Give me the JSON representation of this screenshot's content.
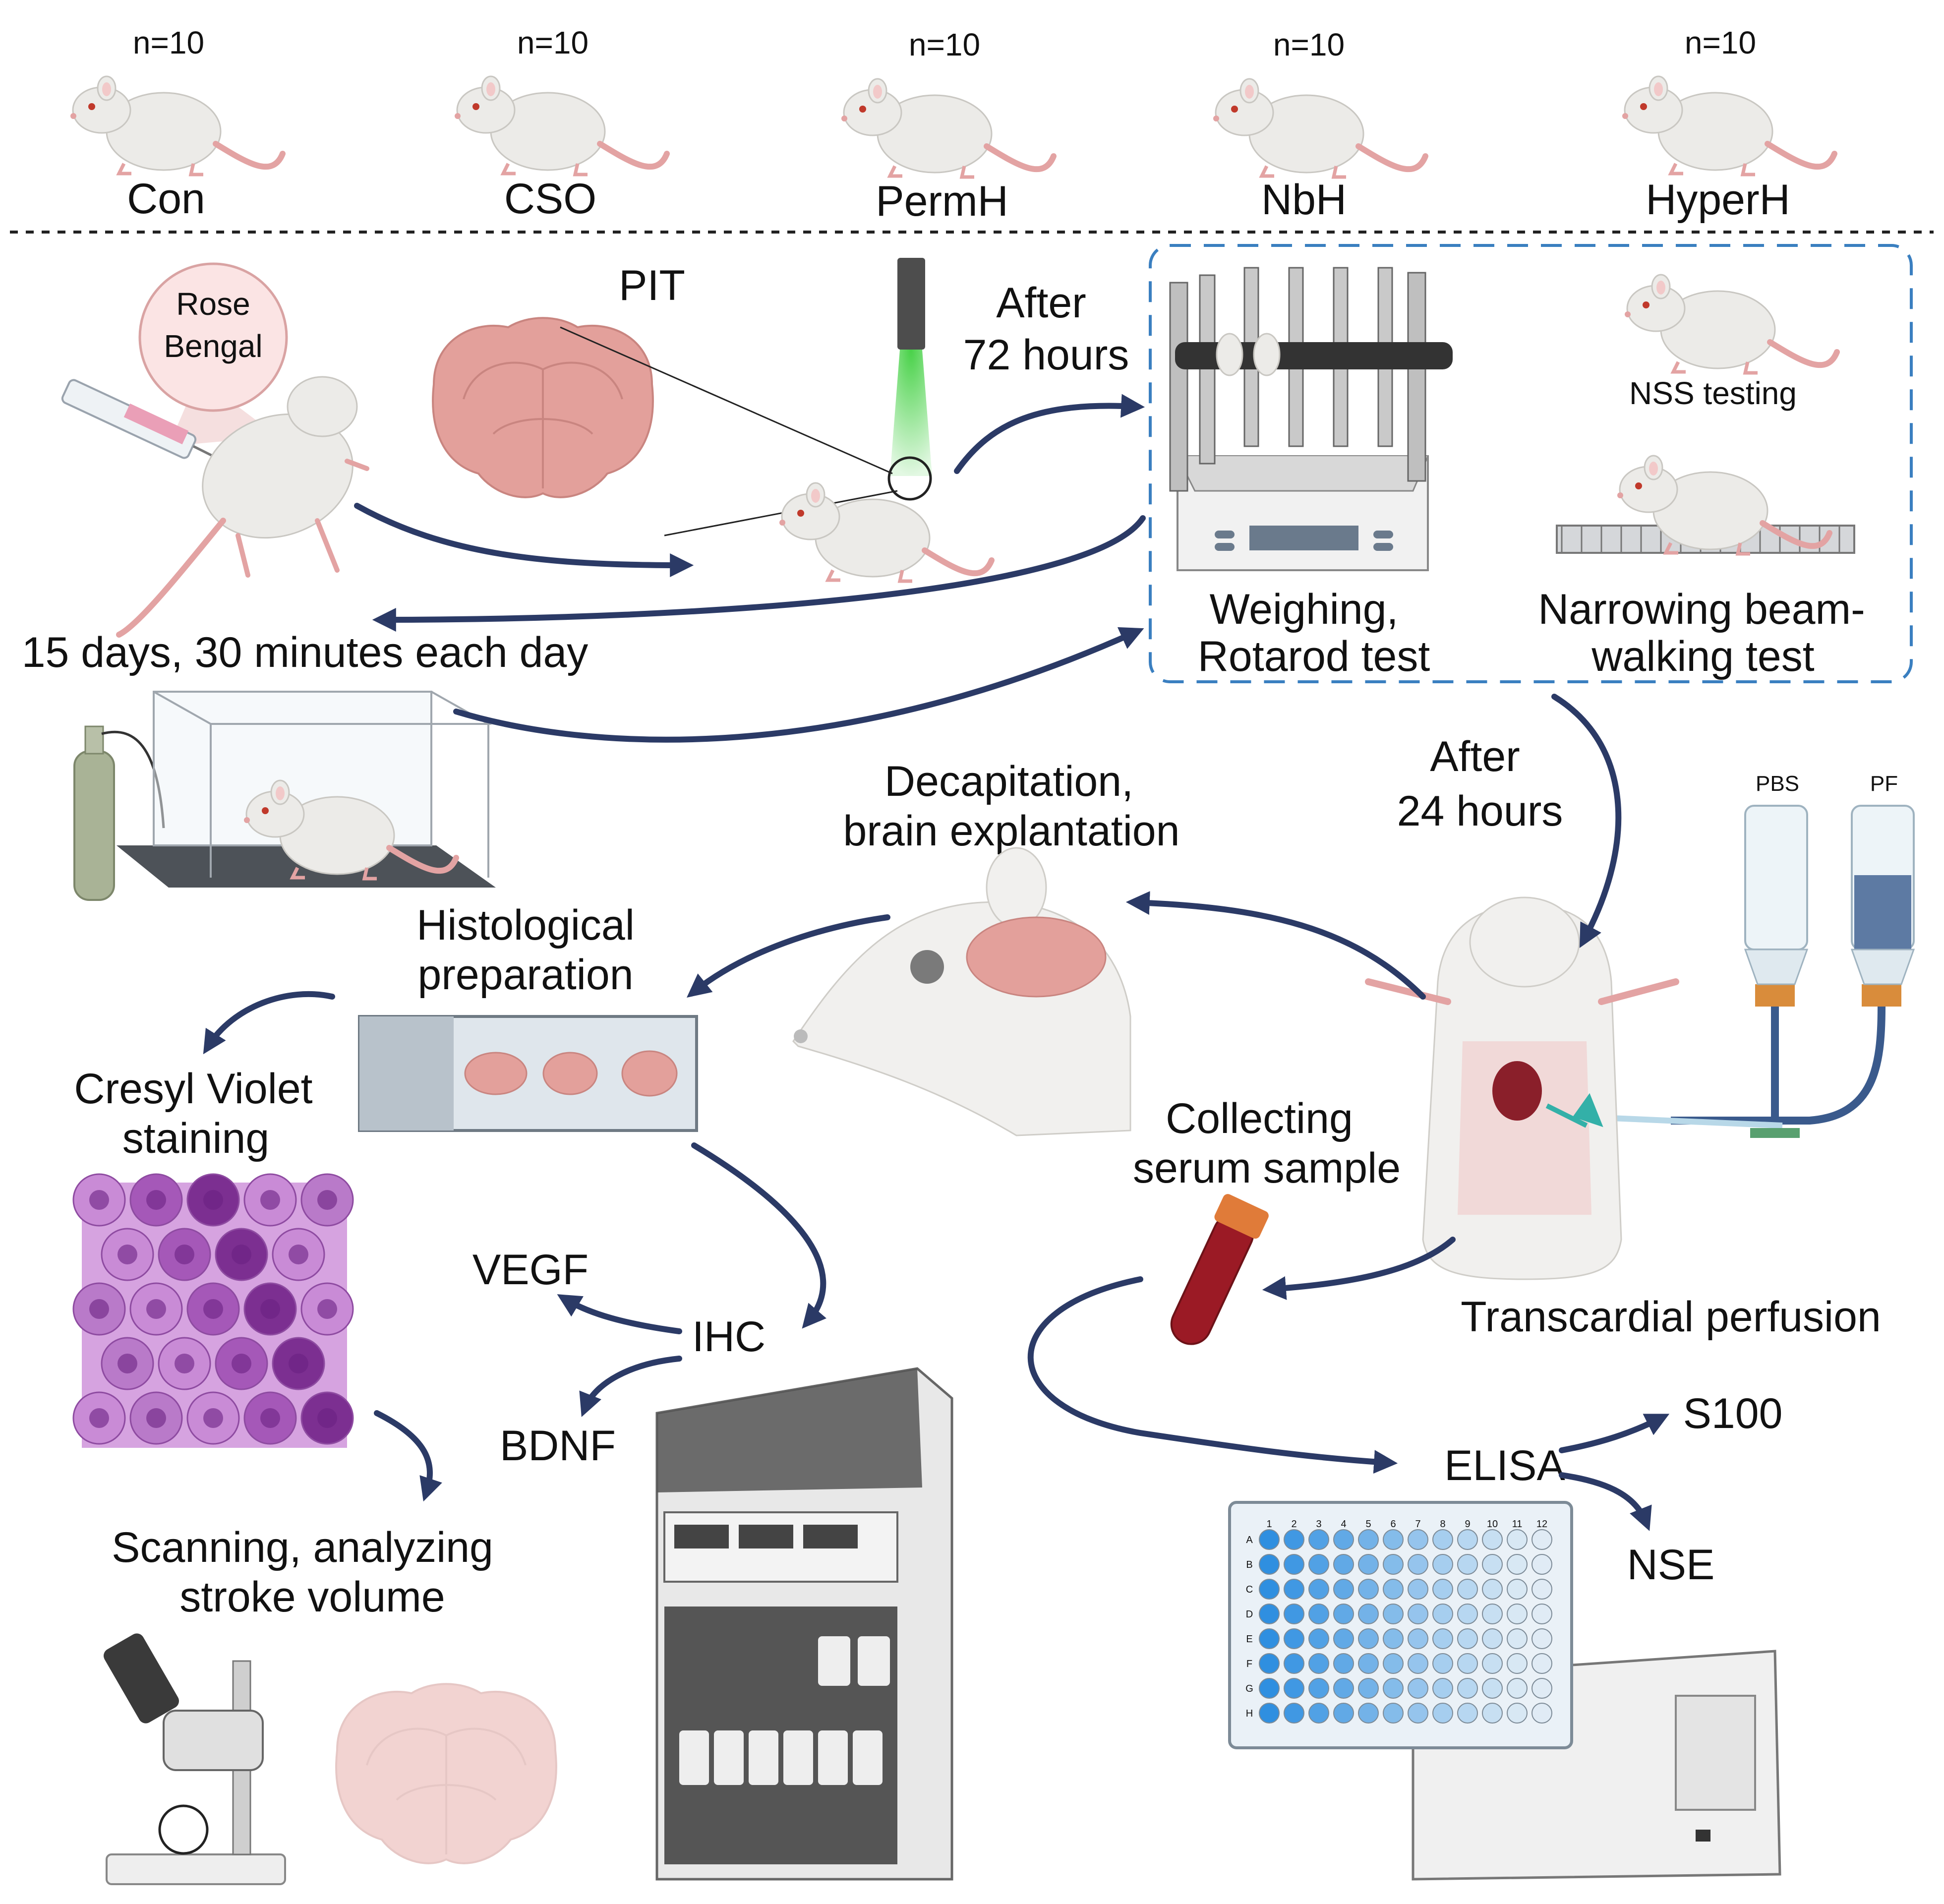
{
  "groups": [
    {
      "n": "n=10",
      "name": "Con"
    },
    {
      "n": "n=10",
      "name": "CSO"
    },
    {
      "n": "n=10",
      "name": "PermH"
    },
    {
      "n": "n=10",
      "name": "NbH"
    },
    {
      "n": "n=10",
      "name": "HyperH"
    }
  ],
  "injection": {
    "bubble_line1": "Rose",
    "bubble_line2": "Bengal"
  },
  "pit": {
    "label": "PIT"
  },
  "timing": {
    "after72_line1": "After",
    "after72_line2": "72 hours",
    "after24_line1": "After",
    "after24_line2": "24 hours",
    "sessions": "15 days, 30 minutes each day"
  },
  "tests": {
    "rotarod_line1": "Weighing,",
    "rotarod_line2": "Rotarod test",
    "nss": "NSS testing",
    "beam_line1": "Narrowing beam-",
    "beam_line2": "walking test"
  },
  "perfusion": {
    "pbs": "PBS",
    "pf": "PF",
    "label": "Transcardial perfusion"
  },
  "decap": {
    "line1": "Decapitation,",
    "line2": "brain explantation"
  },
  "histology": {
    "line1": "Histological",
    "line2": "preparation"
  },
  "cresyl": {
    "line1": "Cresyl Violet",
    "line2": "staining"
  },
  "scanning": {
    "line1": "Scanning, analyzing",
    "line2": "stroke volume"
  },
  "ihc": {
    "label": "IHC",
    "marker1": "VEGF",
    "marker2": "BDNF"
  },
  "serum": {
    "line1": "Collecting",
    "line2": "serum sample"
  },
  "elisa": {
    "label": "ELISA",
    "marker1": "S100",
    "marker2": "NSE",
    "cols": [
      "1",
      "2",
      "3",
      "4",
      "5",
      "6",
      "7",
      "8",
      "9",
      "10",
      "11",
      "12"
    ],
    "rows": [
      "A",
      "B",
      "C",
      "D",
      "E",
      "F",
      "G",
      "H"
    ]
  },
  "colors": {
    "arrow": "#2b3a66",
    "box_border": "#3a7fc0",
    "rat_body": "#ecebe8",
    "rat_tail": "#e3a3a3",
    "brain": "#e3a09b"
  }
}
